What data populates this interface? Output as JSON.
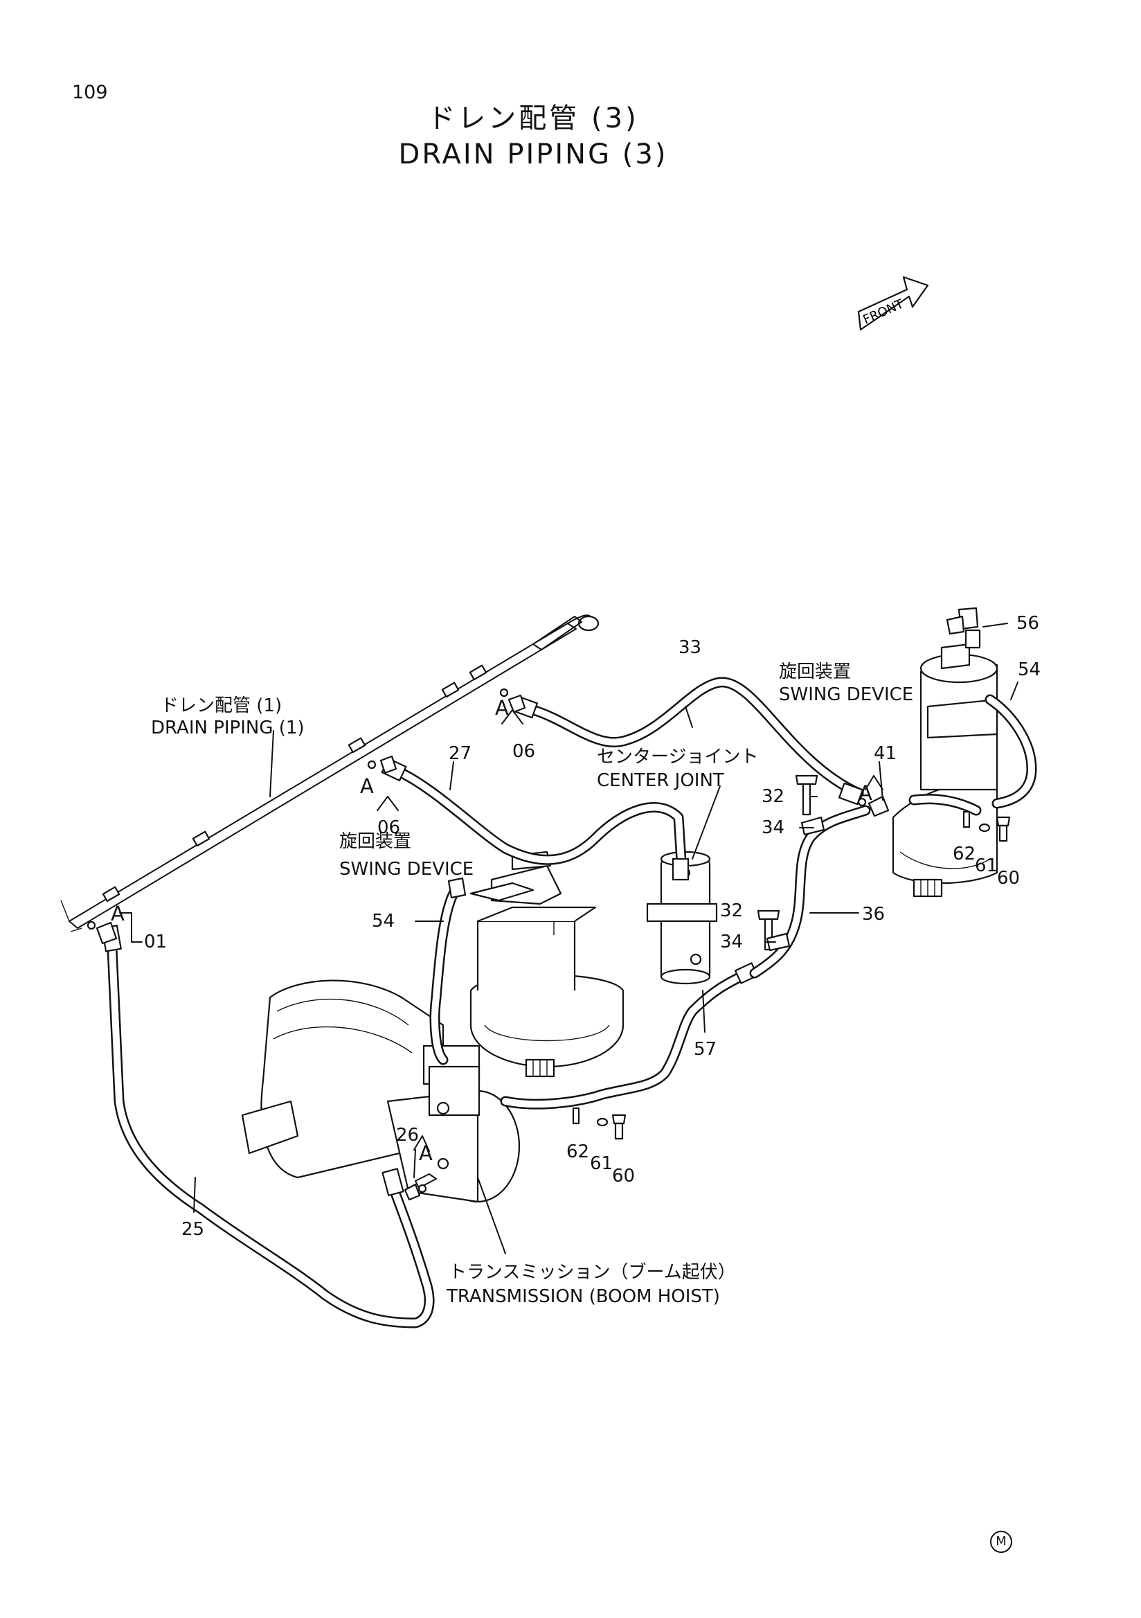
{
  "page_number": "109",
  "title_jp": "ドレン配管 (3)",
  "title_en": "DRAIN PIPING (3)",
  "front_label": "FRONT",
  "labels": {
    "drain_piping_jp": "ドレン配管 (1)",
    "drain_piping_en": "DRAIN PIPING (1)",
    "swing_device_left_jp": "旋回装置",
    "swing_device_left_en": "SWING DEVICE",
    "swing_device_right_jp": "旋回装置",
    "swing_device_right_en": "SWING DEVICE",
    "center_joint_jp": "センタージョイント",
    "center_joint_en": "CENTER JOINT",
    "transmission_jp": "トランスミッション（ブーム起伏）",
    "transmission_en": "TRANSMISSION (BOOM HOIST)"
  },
  "detail_letter": "A",
  "part_numbers": {
    "p01": "01",
    "p06_top": "06",
    "p06_mid": "06",
    "p25": "25",
    "p26": "26",
    "p27": "27",
    "p32_top": "32",
    "p32_mid": "32",
    "p33": "33",
    "p34_top": "34",
    "p34_mid": "34",
    "p36": "36",
    "p41": "41",
    "p54_left": "54",
    "p54_right": "54",
    "p56": "56",
    "p57": "57",
    "p60_left": "60",
    "p60_right": "60",
    "p61_left": "61",
    "p61_right": "61",
    "p62_left": "62",
    "p62_right": "62"
  },
  "corner_mark": "M"
}
